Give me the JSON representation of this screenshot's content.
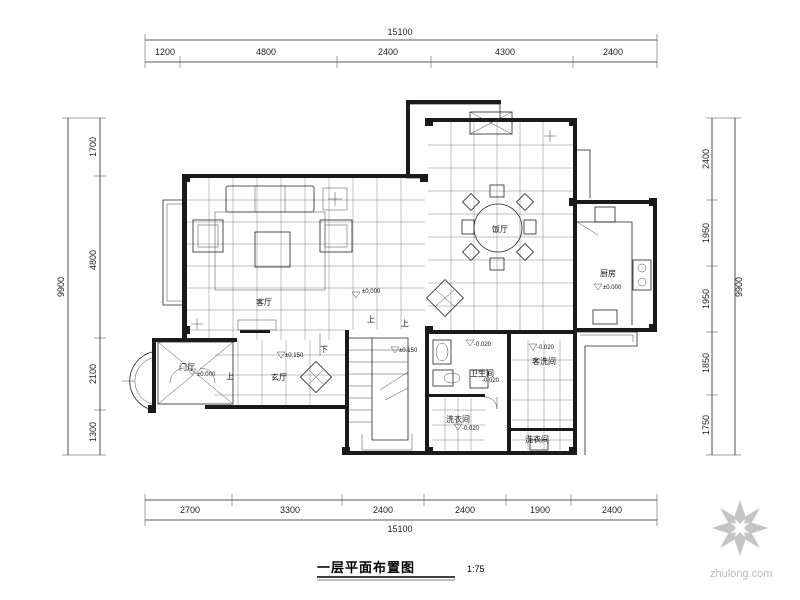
{
  "dimensions": {
    "top_total": "15100",
    "top_segments": [
      "1200",
      "4800",
      "2400",
      "4300",
      "2400"
    ],
    "bottom_segments": [
      "2700",
      "3300",
      "2400",
      "2400",
      "1900",
      "2400"
    ],
    "bottom_total": "15100",
    "left_total": "9900",
    "left_segments": [
      "1700",
      "4800",
      "2100",
      "1300"
    ],
    "right_total": "9900",
    "right_segments": [
      "2400",
      "1950",
      "1950",
      "1850",
      "1750"
    ]
  },
  "rooms": {
    "living": "客厅",
    "dining": "饭厅",
    "kitchen": "厨房",
    "foyer": "门厅",
    "entry_hall": "玄厅",
    "guest_wash": "客洗间",
    "bathroom": "卫生间",
    "laundry": "洗衣间",
    "utility": "洗衣间"
  },
  "levels": {
    "living": "±0.000",
    "kitchen": "±0.000",
    "foyer": "±0.000",
    "entry_a": "±0.150",
    "entry_b": "±0.150",
    "bath_a": "-0.020",
    "bath_b": "-0.020",
    "bath_c": "-0.020",
    "laundry": "-0.020"
  },
  "stair_labels": {
    "up1": "上",
    "up2": "上",
    "down": "下",
    "up3": "上"
  },
  "title": "一层平面布置图",
  "scale": "1:75",
  "watermark": "zhulong.com"
}
